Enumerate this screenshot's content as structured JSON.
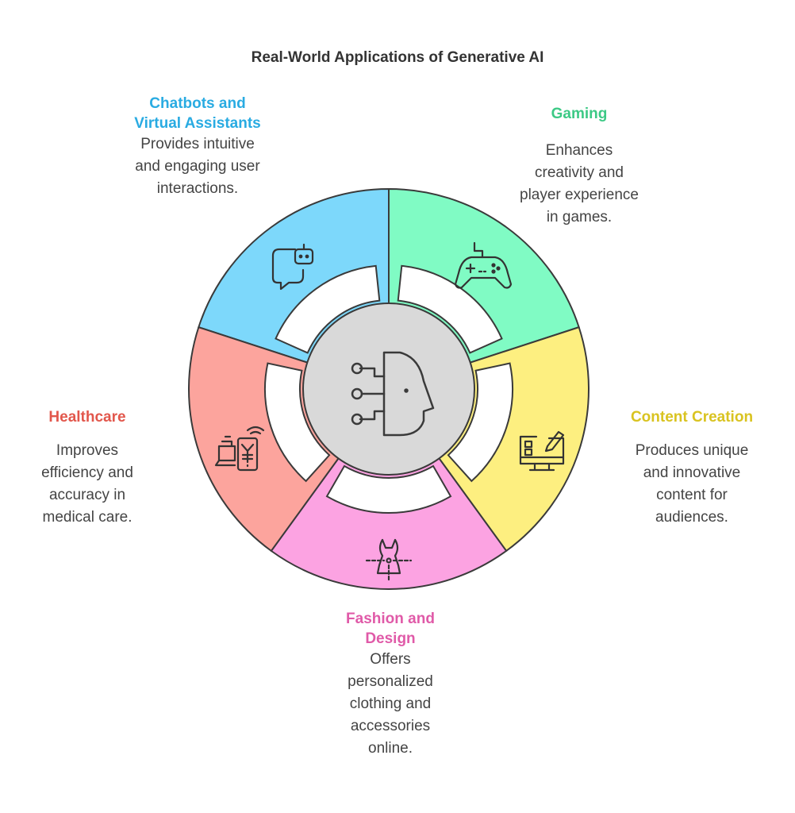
{
  "title": "Real-World Applications of Generative AI",
  "center": {
    "icon": "ai-head-icon"
  },
  "segments": [
    {
      "key": "chatbots",
      "title": "Chatbots and\nVirtual Assistants",
      "description": "Provides intuitive\nand engaging user\ninteractions.",
      "color": "#7dd8fb",
      "title_color": "#29abe2",
      "icon": "chatbot-icon"
    },
    {
      "key": "gaming",
      "title": "Gaming",
      "description": "Enhances\ncreativity and\nplayer experience\nin games.",
      "color": "#80fbc4",
      "title_color": "#3cc985",
      "icon": "gamepad-icon"
    },
    {
      "key": "content",
      "title": "Content Creation",
      "description": "Produces unique\nand innovative\ncontent for\naudiences.",
      "color": "#fdef80",
      "title_color": "#d9c320",
      "icon": "monitor-edit-icon"
    },
    {
      "key": "fashion",
      "title": "Fashion and\nDesign",
      "description": "Offers\npersonalized\nclothing and\naccessories\nonline.",
      "color": "#fca3e2",
      "title_color": "#e05aa8",
      "icon": "dress-icon"
    },
    {
      "key": "healthcare",
      "title": "Healthcare",
      "description": "Improves\nefficiency and\naccuracy in\nmedical care.",
      "color": "#fca49d",
      "title_color": "#e2574c",
      "icon": "mobile-payment-icon"
    }
  ]
}
